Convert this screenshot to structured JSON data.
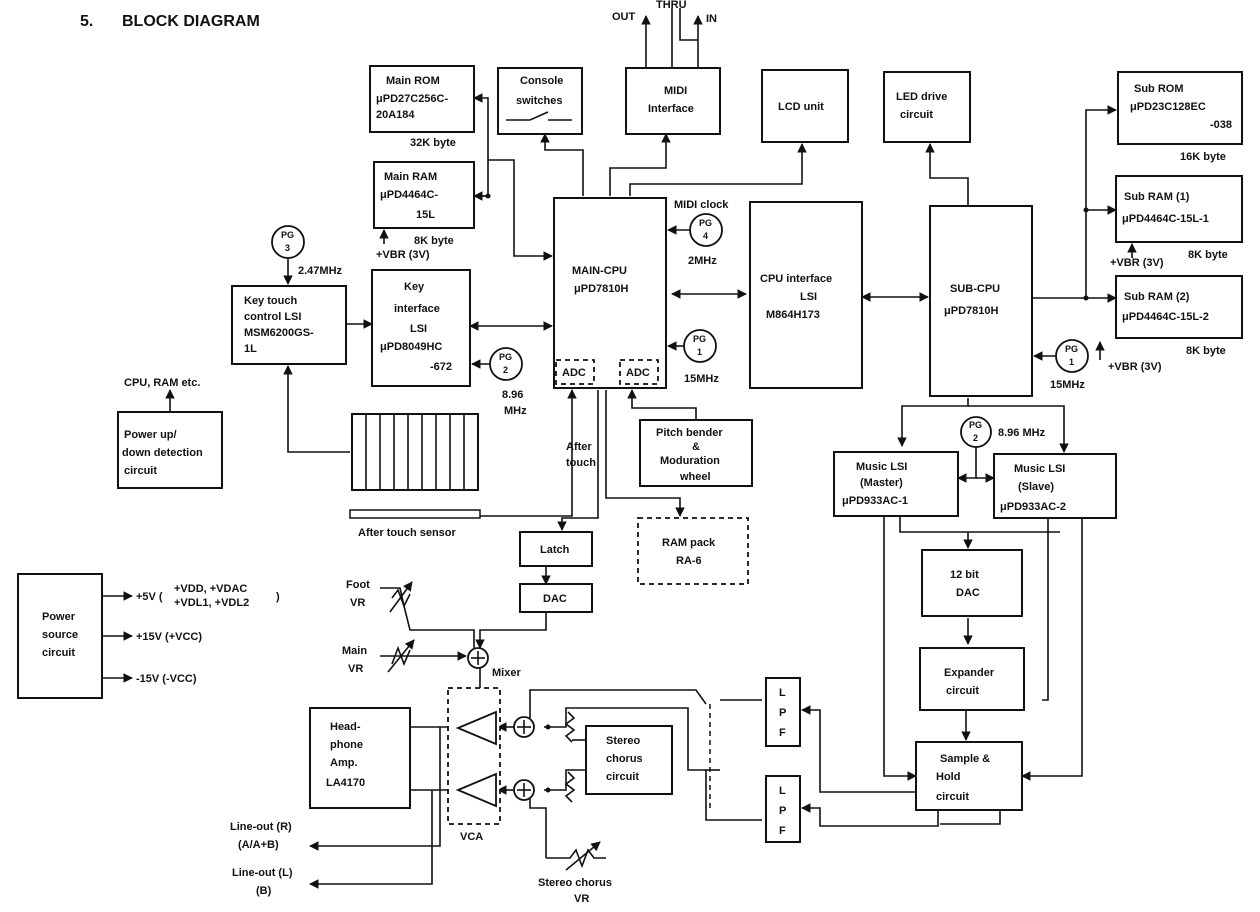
{
  "header": {
    "number": "5.",
    "title": "BLOCK DIAGRAM"
  },
  "midi_ports": {
    "out": "OUT",
    "thru": "THRU",
    "in": "IN"
  },
  "blocks": {
    "main_rom": [
      "Main ROM",
      "μPD27C256C-",
      "20A184"
    ],
    "main_rom_size": "32K byte",
    "console_switches": [
      "Console",
      "switches"
    ],
    "midi_interface": [
      "MIDI",
      "Interface"
    ],
    "lcd_unit": [
      "LCD unit"
    ],
    "led_drive": [
      "LED drive",
      "circuit"
    ],
    "sub_rom": [
      "Sub ROM",
      "μPD23C128EC",
      "-038"
    ],
    "sub_rom_size": "16K byte",
    "main_ram": [
      "Main RAM",
      "μPD4464C-",
      "15L"
    ],
    "main_ram_size": "8K byte",
    "main_ram_vbr": "+VBR (3V)",
    "sub_ram1": [
      "Sub RAM (1)",
      "μPD4464C-15L-1"
    ],
    "sub_ram1_vbr": "+VBR (3V)",
    "sub_ram1_size": "8K byte",
    "sub_ram2": [
      "Sub RAM (2)",
      "μPD4464C-15L-2"
    ],
    "sub_ram2_size": "8K byte",
    "sub_ram2_vbr": "+VBR (3V)",
    "main_cpu": [
      "MAIN-CPU",
      "μPD7810H"
    ],
    "adc": "ADC",
    "cpu_interface": [
      "CPU interface",
      "LSI",
      "M864H173"
    ],
    "sub_cpu": [
      "SUB-CPU",
      "μPD7810H"
    ],
    "key_touch": [
      "Key touch",
      "control LSI",
      "MSM6200GS-",
      "1L"
    ],
    "key_interface": [
      "Key",
      "interface",
      "LSI",
      "μPD8049HC",
      "-672"
    ],
    "power_updown": [
      "Power up/",
      "down detection",
      "circuit"
    ],
    "cpu_ram_etc": "CPU, RAM etc.",
    "after_touch_sensor": "After touch sensor",
    "after_touch": [
      "After",
      "touch"
    ],
    "pitch_bender": [
      "Pitch bender",
      "&",
      "Moduration",
      "wheel"
    ],
    "ram_pack": [
      "RAM pack",
      "RA-6"
    ],
    "latch": "Latch",
    "dac": "DAC",
    "music_lsi_master": [
      "Music LSI",
      "(Master)",
      "μPD933AC-1"
    ],
    "music_lsi_slave": [
      "Music LSI",
      "(Slave)",
      "μPD933AC-2"
    ],
    "dac_12bit": [
      "12 bit",
      "DAC"
    ],
    "expander": [
      "Expander",
      "circuit"
    ],
    "sample_hold": [
      "Sample &",
      "Hold",
      "circuit"
    ],
    "lpf": [
      "L",
      "P",
      "F"
    ],
    "power_source": [
      "Power",
      "source",
      "circuit"
    ],
    "headphone_amp": [
      "Head-",
      "phone",
      "Amp.",
      "LA4170"
    ],
    "stereo_chorus": [
      "Stereo",
      "chorus",
      "circuit"
    ],
    "vca": "VCA",
    "mixer": "Mixer",
    "foot_vr": [
      "Foot",
      "VR"
    ],
    "main_vr": [
      "Main",
      "VR"
    ],
    "stereo_chorus_vr": [
      "Stereo chorus",
      "VR"
    ],
    "line_out_r": [
      "Line-out (R)",
      "(A/A+B)"
    ],
    "line_out_l": [
      "Line-out (L)",
      "(B)"
    ]
  },
  "pulse_generators": {
    "pg_label": "PG",
    "pg3_keytouch": {
      "num": "3",
      "freq": "2.47MHz"
    },
    "pg4_midi": {
      "num": "4",
      "freq": "2MHz",
      "note": "MIDI clock"
    },
    "pg1_main": {
      "num": "1",
      "freq": "15MHz"
    },
    "pg2_key": {
      "num": "2",
      "freq": [
        "8.96",
        "MHz"
      ]
    },
    "pg1_sub": {
      "num": "1",
      "freq": "15MHz"
    },
    "pg2_music": {
      "num": "2",
      "freq": "8.96 MHz"
    }
  },
  "power_rails": {
    "v5": "+5V (",
    "v5_a": "+VDD, +VDAC",
    "v5_b": "+VDL1, +VDL2",
    "v5_close": ")",
    "v15": "+15V (+VCC)",
    "vneg15": "-15V (-VCC)"
  }
}
